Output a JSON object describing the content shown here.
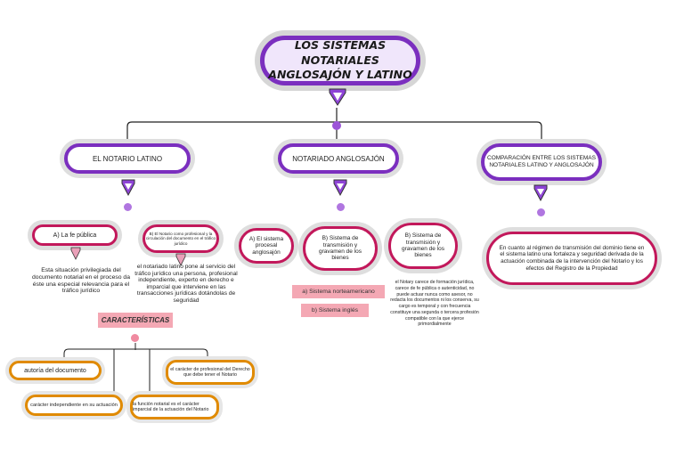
{
  "title": {
    "line1": "LOS SISTEMAS NOTARIALES",
    "line2": "ANGLOSAJÓN Y LATINO"
  },
  "branches": {
    "latino": "EL NOTARIO LATINO",
    "anglosajon": "NOTARIADO ANGLOSAJÓN",
    "comparacion": "COMPARACIÓN ENTRE LOS SISTEMAS NOTARIALES LATINO Y ANGLOSAJÓN"
  },
  "latino": {
    "fe_publica": "A) La fe pública",
    "fe_publica_text": "Esta situación privilegiada del documento notarial en el proceso da éste una especial relevancia para el tráfico jurídico",
    "notario_circ": "B) El Notario como profesional y la circulación del documento en el tráfico jurídico",
    "notario_circ_text": "el notariado latino pone al servicio del tráfico jurídico una persona, profesional independiente, experto en derecho e imparcial que interviene en las transacciones jurídicas dotándolas de seguridad",
    "caracteristicas": "CARACTERÍSTICAS",
    "items": [
      "autoría del documento",
      "carácter independiente en su actuación",
      "la función notarial es el carácter imparcial de la actuación del Notario",
      "el carácter de profesional del Derecho que debe tener el Notario"
    ]
  },
  "anglosajon": {
    "a": "A) El sistema procesal anglosajón",
    "b": "B) Sistema de transmisión y gravamen de los bienes",
    "tag1": "a) Sistema norteamericano",
    "tag2": "b) Sistema inglés",
    "b2": "B) Sistema de transmisión y gravamen de los bienes",
    "b2_text": "el Notary carece de formación jurídica, carece de fe pública o autenticidad, no puede actuar nunca como asesor, no redacta los documentos ni los conserva, su cargo es temporal y con frecuencia constituye una segunda o tercera profesión compatible con la que ejerce primordialmente"
  },
  "comparacion": {
    "text": "En cuanto al régimen de transmisión del dominio tiene en el sistema latino una fortaleza y seguridad derivada de la actuación combinada de la intervención del Notario y los efectos del Registro de la Propiedad"
  },
  "colors": {
    "purple": "#7b2fbf",
    "pink": "#c2185b",
    "orange": "#e08a00",
    "tag": "#f4a8b4"
  }
}
